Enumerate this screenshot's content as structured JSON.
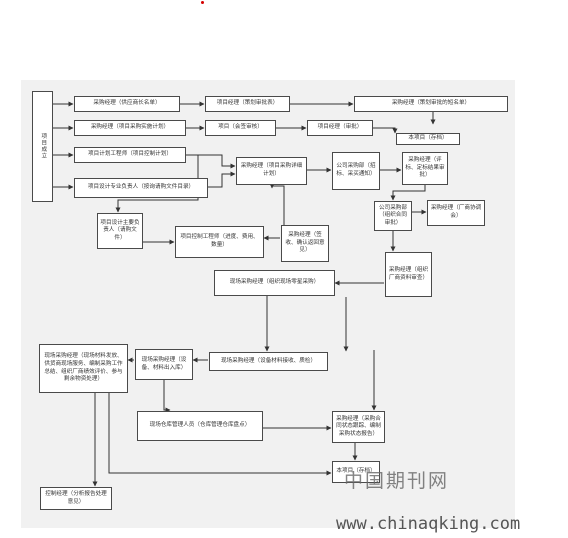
{
  "watermark": {
    "brand_cn": "中国期刊网",
    "url": "www.chinaqking.com"
  },
  "nodes": {
    "n_start": "项目成立",
    "n_a1": "采购经理（供应商长名单）",
    "n_a2": "项目经理（策划审批表）",
    "n_a3": "采购经理（策划审批的短名单）",
    "n_b1": "采购经理（项目采购实施计划）",
    "n_b2": "项目（会签审核）",
    "n_b3": "项目经理（审批）",
    "n_b4": "本项目（存档）",
    "n_c1": "项目计划工程师（项目控制计划）",
    "n_d1": "项目设计专业负责人（按询请购文件目录）",
    "n_plan": "采购经理（项目采购详细计划）",
    "n_bid": "公司采购部（招标、采买通知）",
    "n_eval": "采购经理（评标、定标结果审批）",
    "n_design": "项目设计主要负责人（请购文件）",
    "n_ctrl": "项目控制工程师（进度、费用、数量）",
    "n_confirm": "采购经理（签收、确认返回意见）",
    "n_contract": "公司采购部（组织合同审批）",
    "n_mgr_neg": "采购经理（厂商协调会）",
    "n_mgr_doc": "采购经理（组织厂商资料审查）",
    "n_site_prep": "现场采购经理（组织现场零星采购）",
    "n_site_main": "现场采购经理（现场材料发放、供货商现场服务、编制采购工作总结、组织厂商绩效评价、参与剩余物资处理）",
    "n_site_store": "现场采购经理（设备、材料出入库）",
    "n_site_recv": "现场采购经理（设备材料接收、质检）",
    "n_warehouse": "现场仓库管理人员（仓库管理仓库盘点）",
    "n_report": "采购经理（采购合同状态跟踪、编制采购状态报告）",
    "n_archive": "本项目（存档）",
    "n_ctrl_mgr": "控制经理（分析报告处理意见）"
  }
}
